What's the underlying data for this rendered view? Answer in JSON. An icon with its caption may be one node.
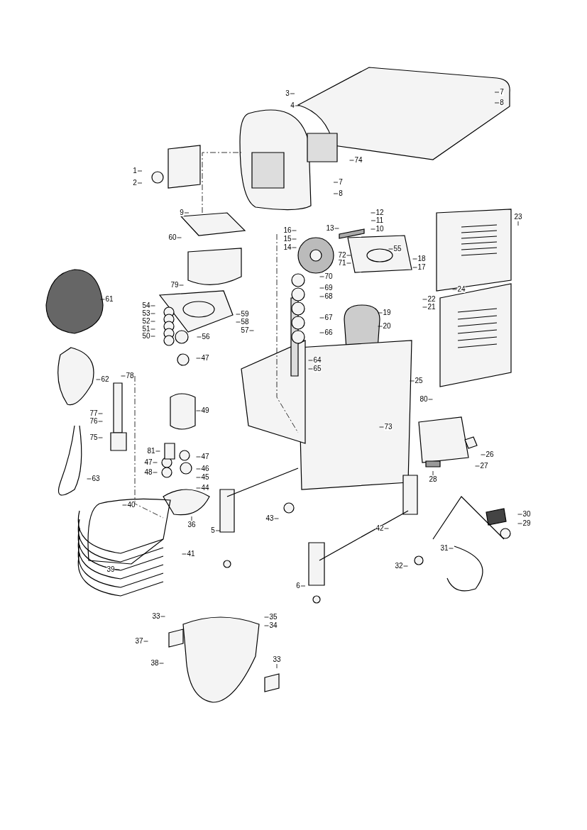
{
  "diagram": {
    "nodes": [
      {
        "text": [
          "3"
        ]
      },
      {
        "text": [
          "4"
        ]
      },
      {
        "text": [
          "7"
        ]
      },
      {
        "text": [
          "8"
        ]
      },
      {
        "text": [
          "74"
        ]
      },
      {
        "text": [
          "1"
        ]
      },
      {
        "text": [
          "2"
        ]
      },
      {
        "text": [
          "7"
        ]
      },
      {
        "text": [
          "8"
        ]
      },
      {
        "text": [
          "9"
        ]
      },
      {
        "text": [
          "12"
        ]
      },
      {
        "text": [
          "11"
        ]
      },
      {
        "text": [
          "10"
        ]
      },
      {
        "text": [
          "13"
        ]
      },
      {
        "text": [
          "16"
        ]
      },
      {
        "text": [
          "15"
        ]
      },
      {
        "text": [
          "14"
        ]
      },
      {
        "text": [
          "23"
        ]
      },
      {
        "text": [
          "60"
        ]
      },
      {
        "text": [
          "72"
        ]
      },
      {
        "text": [
          "71"
        ]
      },
      {
        "text": [
          "55"
        ]
      },
      {
        "text": [
          "18"
        ]
      },
      {
        "text": [
          "17"
        ]
      },
      {
        "text": [
          "24"
        ]
      },
      {
        "text": [
          "61"
        ]
      },
      {
        "text": [
          "79"
        ]
      },
      {
        "text": [
          "70"
        ]
      },
      {
        "text": [
          "69"
        ]
      },
      {
        "text": [
          "68"
        ]
      },
      {
        "text": [
          "54"
        ]
      },
      {
        "text": [
          "53"
        ]
      },
      {
        "text": [
          "52"
        ]
      },
      {
        "text": [
          "51"
        ]
      },
      {
        "text": [
          "50"
        ]
      },
      {
        "text": [
          "59"
        ]
      },
      {
        "text": [
          "58"
        ]
      },
      {
        "text": [
          "57"
        ]
      },
      {
        "text": [
          "19"
        ]
      },
      {
        "text": [
          "22"
        ]
      },
      {
        "text": [
          "21"
        ]
      },
      {
        "text": [
          "67"
        ]
      },
      {
        "text": [
          "66"
        ]
      },
      {
        "text": [
          "20"
        ]
      },
      {
        "text": [
          "56"
        ]
      },
      {
        "text": [
          "62"
        ]
      },
      {
        "text": [
          "78"
        ]
      },
      {
        "text": [
          "47"
        ]
      },
      {
        "text": [
          "64"
        ]
      },
      {
        "text": [
          "65"
        ]
      },
      {
        "text": [
          "25"
        ]
      },
      {
        "text": [
          "80"
        ]
      },
      {
        "text": [
          "77"
        ]
      },
      {
        "text": [
          "76"
        ]
      },
      {
        "text": [
          "75"
        ]
      },
      {
        "text": [
          "49"
        ]
      },
      {
        "text": [
          "81"
        ]
      },
      {
        "text": [
          "47"
        ]
      },
      {
        "text": [
          "47"
        ]
      },
      {
        "text": [
          "46"
        ]
      },
      {
        "text": [
          "73"
        ]
      },
      {
        "text": [
          "26"
        ]
      },
      {
        "text": [
          "27"
        ]
      },
      {
        "text": [
          "48"
        ]
      },
      {
        "text": [
          "45"
        ]
      },
      {
        "text": [
          "44"
        ]
      },
      {
        "text": [
          "28"
        ]
      },
      {
        "text": [
          "63"
        ]
      },
      {
        "text": [
          "40"
        ]
      },
      {
        "text": [
          "43"
        ]
      },
      {
        "text": [
          "36"
        ]
      },
      {
        "text": [
          "5"
        ]
      },
      {
        "text": [
          "30"
        ]
      },
      {
        "text": [
          "29"
        ]
      },
      {
        "text": [
          "42"
        ]
      },
      {
        "text": [
          "41"
        ]
      },
      {
        "text": [
          "39"
        ]
      },
      {
        "text": [
          "31"
        ]
      },
      {
        "text": [
          "32"
        ]
      },
      {
        "text": [
          "6"
        ]
      },
      {
        "text": [
          "33"
        ]
      },
      {
        "text": [
          "35"
        ]
      },
      {
        "text": [
          "34"
        ]
      },
      {
        "text": [
          "37"
        ]
      },
      {
        "text": [
          "38"
        ]
      },
      {
        "text": [
          "33"
        ]
      }
    ],
    "edges": [
      {
        "from": 0,
        "to": null,
        "arrow": "none"
      },
      {
        "from": 1,
        "to": null,
        "arrow": "none"
      },
      {
        "from": 2,
        "to": null,
        "arrow": "none"
      },
      {
        "from": 3,
        "to": null,
        "arrow": "none"
      },
      {
        "from": 4,
        "to": null,
        "arrow": "none"
      },
      {
        "from": 5,
        "to": null,
        "arrow": "none"
      },
      {
        "from": 6,
        "to": null,
        "arrow": "none"
      },
      {
        "from": 7,
        "to": null,
        "arrow": "none"
      },
      {
        "from": 8,
        "to": null,
        "arrow": "none"
      },
      {
        "from": 9,
        "to": null,
        "arrow": "none"
      },
      {
        "from": 10,
        "to": null,
        "arrow": "none"
      },
      {
        "from": 11,
        "to": null,
        "arrow": "none"
      },
      {
        "from": 12,
        "to": null,
        "arrow": "none"
      },
      {
        "from": 13,
        "to": null,
        "arrow": "none"
      },
      {
        "from": 14,
        "to": null,
        "arrow": "none"
      },
      {
        "from": 15,
        "to": null,
        "arrow": "none"
      },
      {
        "from": 16,
        "to": null,
        "arrow": "none"
      },
      {
        "from": 17,
        "to": null,
        "arrow": "none"
      },
      {
        "from": 18,
        "to": null,
        "arrow": "none"
      },
      {
        "from": 19,
        "to": null,
        "arrow": "none"
      },
      {
        "from": 20,
        "to": null,
        "arrow": "none"
      },
      {
        "from": 21,
        "to": null,
        "arrow": "none"
      },
      {
        "from": 22,
        "to": null,
        "arrow": "none"
      },
      {
        "from": 23,
        "to": null,
        "arrow": "none"
      },
      {
        "from": 24,
        "to": null,
        "arrow": "none"
      },
      {
        "from": 25,
        "to": null,
        "arrow": "none"
      },
      {
        "from": 26,
        "to": null,
        "arrow": "none"
      },
      {
        "from": 27,
        "to": null,
        "arrow": "none"
      },
      {
        "from": 28,
        "to": null,
        "arrow": "none"
      },
      {
        "from": 29,
        "to": null,
        "arrow": "none"
      },
      {
        "from": 30,
        "to": null,
        "arrow": "none"
      },
      {
        "from": 31,
        "to": null,
        "arrow": "none"
      },
      {
        "from": 32,
        "to": null,
        "arrow": "none"
      },
      {
        "from": 33,
        "to": null,
        "arrow": "none"
      },
      {
        "from": 34,
        "to": null,
        "arrow": "none"
      },
      {
        "from": 35,
        "to": null,
        "arrow": "none"
      },
      {
        "from": 36,
        "to": null,
        "arrow": "none"
      },
      {
        "from": 37,
        "to": null,
        "arrow": "none"
      },
      {
        "from": 38,
        "to": null,
        "arrow": "none"
      },
      {
        "from": 39,
        "to": null,
        "arrow": "none"
      },
      {
        "from": 40,
        "to": null,
        "arrow": "none"
      },
      {
        "from": 41,
        "to": null,
        "arrow": "none"
      },
      {
        "from": 42,
        "to": null,
        "arrow": "none"
      },
      {
        "from": 43,
        "to": null,
        "arrow": "none"
      },
      {
        "from": 44,
        "to": null,
        "arrow": "none"
      },
      {
        "from": 45,
        "to": null,
        "arrow": "none"
      },
      {
        "from": 46,
        "to": null,
        "arrow": "none"
      },
      {
        "from": 47,
        "to": null,
        "arrow": "none"
      },
      {
        "from": 48,
        "to": null,
        "arrow": "none"
      },
      {
        "from": 49,
        "to": null,
        "arrow": "none"
      },
      {
        "from": 50,
        "to": null,
        "arrow": "none"
      },
      {
        "from": 51,
        "to": null,
        "arrow": "none"
      },
      {
        "from": 52,
        "to": null,
        "arrow": "none"
      },
      {
        "from": 53,
        "to": null,
        "arrow": "none"
      },
      {
        "from": 54,
        "to": null,
        "arrow": "none"
      },
      {
        "from": 55,
        "to": null,
        "arrow": "none"
      },
      {
        "from": 56,
        "to": null,
        "arrow": "none"
      },
      {
        "from": 57,
        "to": null,
        "arrow": "none"
      },
      {
        "from": 58,
        "to": null,
        "arrow": "none"
      },
      {
        "from": 59,
        "to": null,
        "arrow": "none"
      },
      {
        "from": 60,
        "to": null,
        "arrow": "none"
      },
      {
        "from": 61,
        "to": null,
        "arrow": "none"
      },
      {
        "from": 62,
        "to": null,
        "arrow": "none"
      },
      {
        "from": 63,
        "to": null,
        "arrow": "none"
      },
      {
        "from": 64,
        "to": null,
        "arrow": "none"
      },
      {
        "from": 65,
        "to": null,
        "arrow": "none"
      },
      {
        "from": 66,
        "to": null,
        "arrow": "none"
      },
      {
        "from": 67,
        "to": null,
        "arrow": "none"
      },
      {
        "from": 68,
        "to": null,
        "arrow": "none"
      },
      {
        "from": 69,
        "to": null,
        "arrow": "none"
      },
      {
        "from": 70,
        "to": null,
        "arrow": "none"
      },
      {
        "from": 71,
        "to": null,
        "arrow": "none"
      },
      {
        "from": 72,
        "to": null,
        "arrow": "none"
      },
      {
        "from": 73,
        "to": null,
        "arrow": "none"
      },
      {
        "from": 74,
        "to": null,
        "arrow": "none"
      },
      {
        "from": 75,
        "to": null,
        "arrow": "none"
      },
      {
        "from": 76,
        "to": null,
        "arrow": "none"
      },
      {
        "from": 77,
        "to": null,
        "arrow": "none"
      },
      {
        "from": 78,
        "to": null,
        "arrow": "none"
      },
      {
        "from": 79,
        "to": null,
        "arrow": "none"
      },
      {
        "from": 80,
        "to": null,
        "arrow": "none"
      },
      {
        "from": 81,
        "to": null,
        "arrow": "none"
      },
      {
        "from": 82,
        "to": null,
        "arrow": "none"
      },
      {
        "from": 83,
        "to": null,
        "arrow": "none"
      },
      {
        "from": 84,
        "to": null,
        "arrow": "none"
      },
      {
        "from": 85,
        "to": null,
        "arrow": "none"
      }
    ]
  }
}
